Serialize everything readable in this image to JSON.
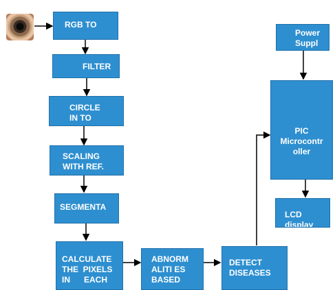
{
  "nodes": {
    "rgb": "RGB TO",
    "filter": "FILTER",
    "circle": "CIRCLE\nIN TO",
    "scaling": "SCALING\nWITH REF.",
    "segmenta": "SEGMENTA",
    "calculate": "CALCULATE\nTHE  PIXELS\nIN      EACH",
    "abnorm": "ABNORM\nALITI ES\nBASED",
    "detect": "DETECT\nDISEASES",
    "power": "Power\nSuppl",
    "pic": "PIC\nMicrocontr\noller",
    "lcd": "LCD\ndisplay"
  },
  "colors": {
    "box": "#2e8fd0",
    "border": "#1f6fa8",
    "text": "#ffffff",
    "arrow": "#000000"
  },
  "icons": {
    "input_image": "eye-image-icon"
  }
}
